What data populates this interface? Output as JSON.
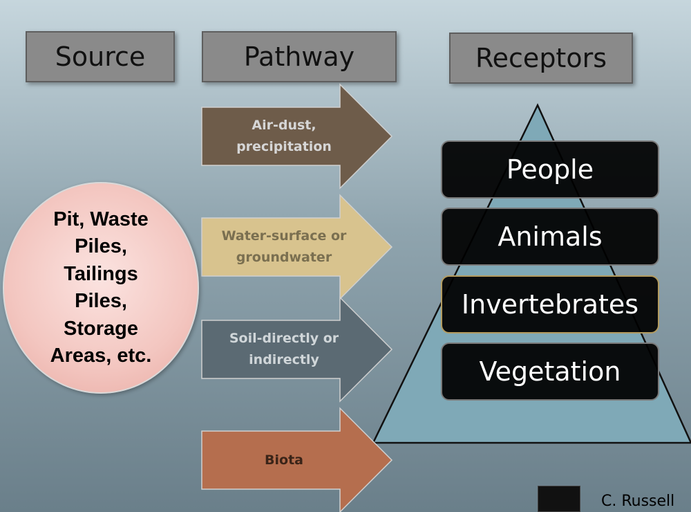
{
  "headers": {
    "source": "Source",
    "pathway": "Pathway",
    "receptors": "Receptors"
  },
  "source": {
    "lines": [
      "Pit, Waste",
      "Piles,",
      "Tailings",
      "Piles,",
      "Storage",
      "Areas, etc."
    ]
  },
  "pathways": [
    {
      "lines": [
        "Air-dust,",
        "precipitation"
      ],
      "color": "#6e5c4a",
      "text_color": "#d6d6d6"
    },
    {
      "lines": [
        "Water-surface or",
        "groundwater"
      ],
      "color": "#d8c38e",
      "text_color": "#7a6f50"
    },
    {
      "lines": [
        "Soil-directly or",
        "indirectly"
      ],
      "color": "#5b6a73",
      "text_color": "#d0d6d9"
    },
    {
      "lines": [
        "Biota"
      ],
      "color": "#b56e4e",
      "text_color": "#3a2418"
    }
  ],
  "receptors": [
    "People",
    "Animals",
    "Invertebrates",
    "Vegetation"
  ],
  "pyramid_color": "#7fa9b7",
  "credit": {
    "author": "C. Russell"
  }
}
